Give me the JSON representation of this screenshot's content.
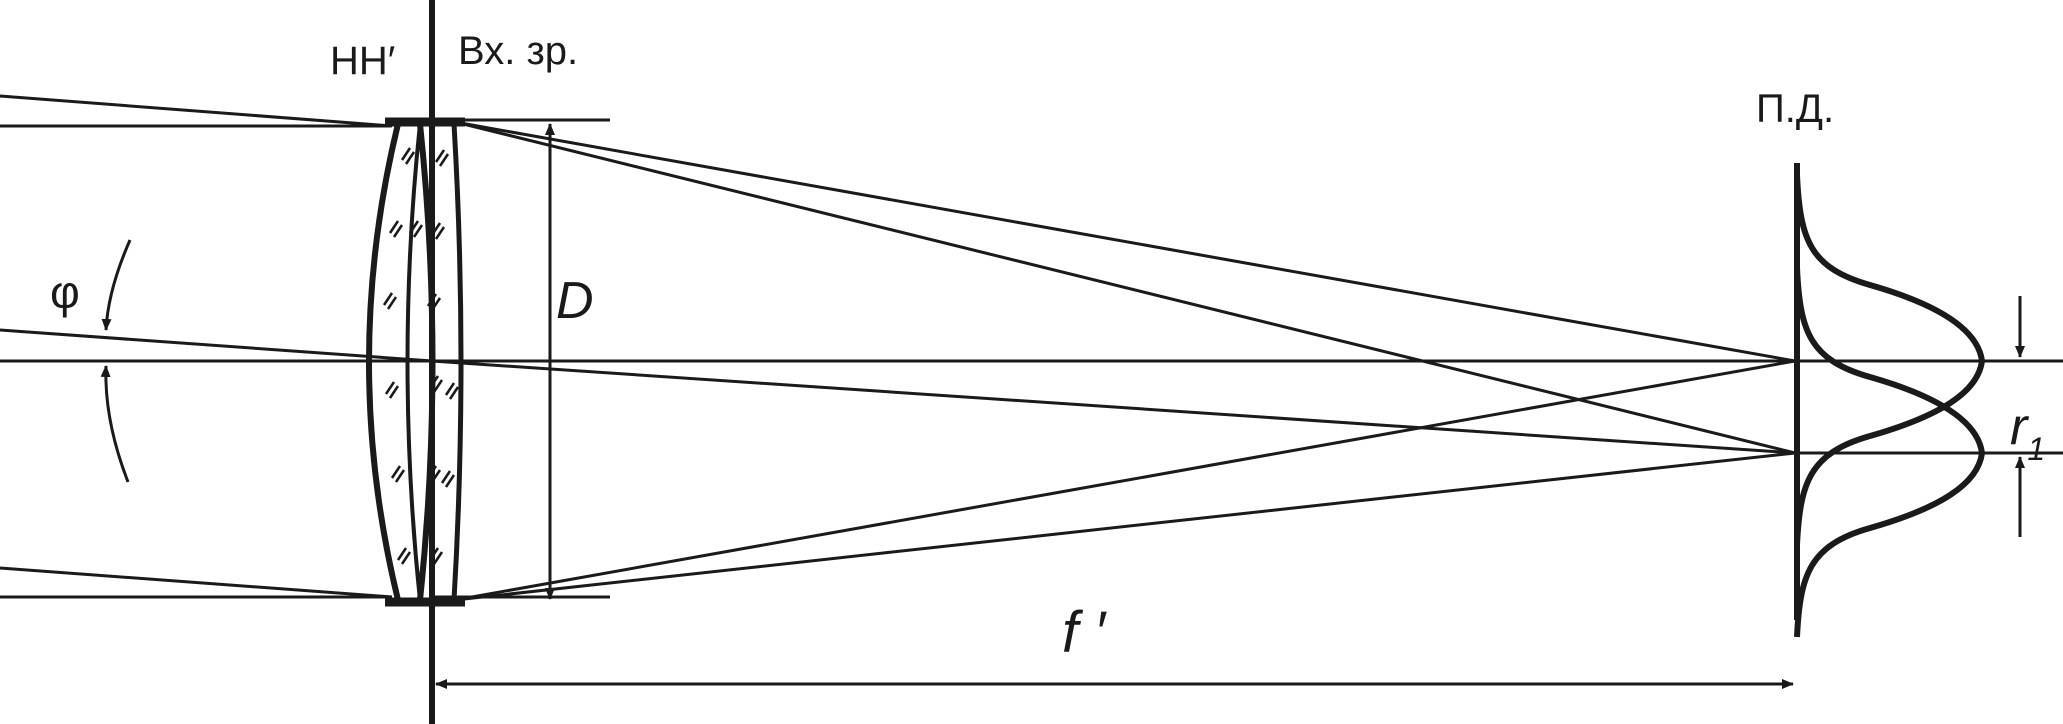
{
  "labels": {
    "principal_planes": "HH′",
    "entrance_pupil": "Вх. зр.",
    "diameter": "D",
    "field_angle": "φ",
    "focal_length": "f ′",
    "image_plane": "П.Д.",
    "resolution_r": "r",
    "resolution_sub": "1"
  },
  "colors": {
    "ink": "#1a1a1a",
    "background": "#ffffff"
  }
}
